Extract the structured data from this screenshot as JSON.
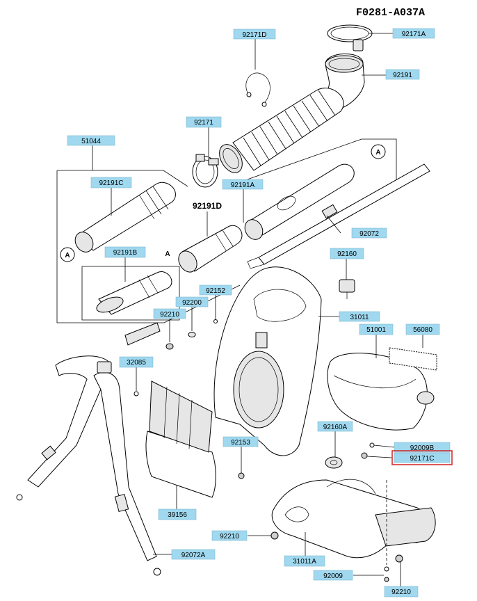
{
  "diagram_code": "F0281-A037A",
  "callouts": {
    "p92171D": "92171D",
    "p92171A": "92171A",
    "p92191": "92191",
    "p92171": "92171",
    "p51044": "51044",
    "p92191C": "92191C",
    "p92191A": "92191A",
    "p92191D": "92191D",
    "p92191B": "92191B",
    "p92072": "92072",
    "p92160": "92160",
    "p92152": "92152",
    "p92200": "92200",
    "p92210a": "92210",
    "p31011": "31011",
    "p51001": "51001",
    "p56080": "56080",
    "p32085": "32085",
    "p92160A": "92160A",
    "p92153": "92153",
    "p92009B": "92009B",
    "p92171C": "92171C",
    "p39156": "39156",
    "p92210b": "92210",
    "p31011A": "31011A",
    "p92009": "92009",
    "p92210c": "92210",
    "p92072A": "92072A"
  },
  "markers": {
    "a1": "A",
    "a2": "A",
    "a3": "A"
  },
  "highlighted_callout": "92171C"
}
